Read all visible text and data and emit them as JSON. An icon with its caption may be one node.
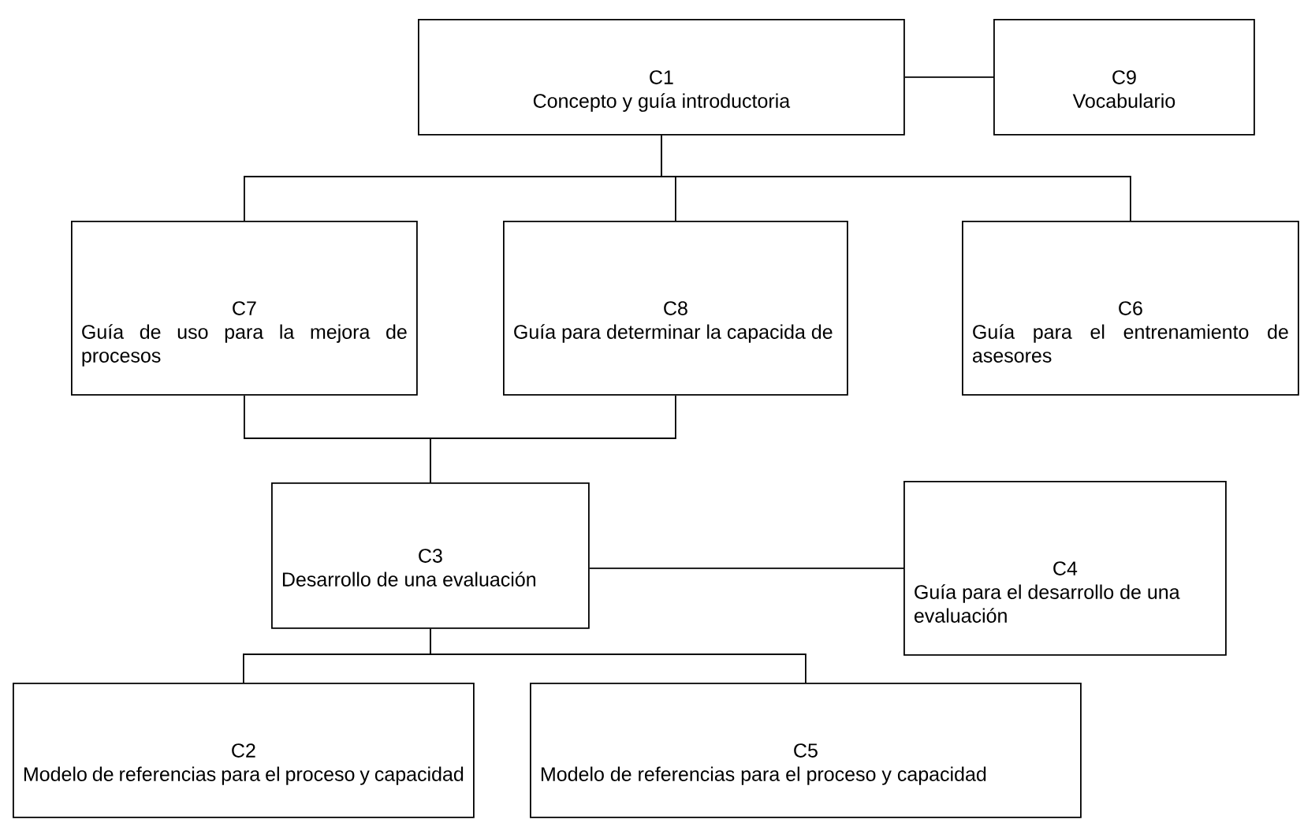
{
  "diagram": {
    "nodes": [
      {
        "text": [
          "C1",
          "Concepto y guía introductoria"
        ]
      },
      {
        "text": [
          "C9",
          "Vocabulario"
        ]
      },
      {
        "text": [
          "C7",
          "Guía de uso para la mejora de procesos"
        ]
      },
      {
        "text": [
          "C8",
          "Guía para determinar la capacida de"
        ]
      },
      {
        "text": [
          "C6",
          "Guía para el entrenamiento de asesores"
        ]
      },
      {
        "text": [
          "C3",
          "Desarrollo de una evaluación"
        ]
      },
      {
        "text": [
          "C4",
          "Guía para el desarrollo de una evaluación"
        ]
      },
      {
        "text": [
          "C2",
          "Modelo de referencias para el proceso y capacidad"
        ]
      },
      {
        "text": [
          "C5",
          "Modelo de referencias para el proceso y capacidad"
        ]
      }
    ],
    "edges": [
      {
        "from": 0,
        "to": 1,
        "arrow": "none"
      },
      {
        "from": 0,
        "to": 2,
        "arrow": "none"
      },
      {
        "from": 0,
        "to": 3,
        "arrow": "none"
      },
      {
        "from": 0,
        "to": 4,
        "arrow": "none"
      },
      {
        "from": 2,
        "to": 5,
        "arrow": "none"
      },
      {
        "from": 3,
        "to": 5,
        "arrow": "none"
      },
      {
        "from": 5,
        "to": 6,
        "arrow": "none"
      },
      {
        "from": 5,
        "to": 7,
        "arrow": "none"
      },
      {
        "from": 5,
        "to": 8,
        "arrow": "none"
      }
    ]
  }
}
